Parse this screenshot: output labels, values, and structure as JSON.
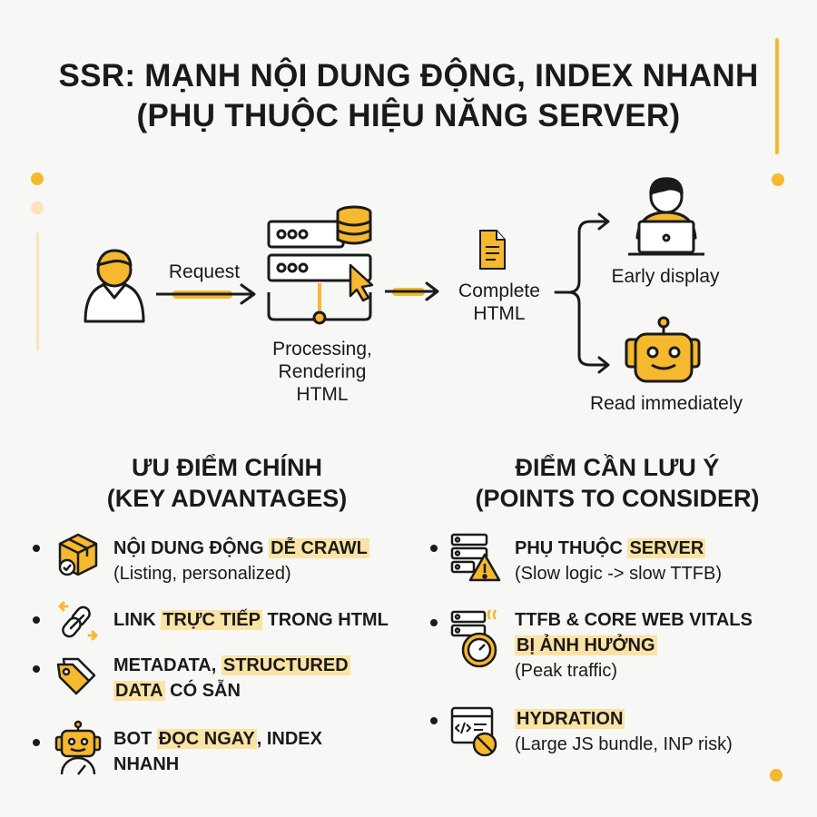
{
  "title": {
    "line1": "SSR: MẠNH NỘI DUNG ĐỘNG, INDEX NHANH",
    "line2": "(PHỤ THUỘC HIỆU NĂNG SERVER)"
  },
  "flow": {
    "request_label": "Request",
    "processing_label_1": "Processing,",
    "processing_label_2": "Rendering",
    "processing_label_3": "HTML",
    "complete_label_1": "Complete",
    "complete_label_2": "HTML",
    "early_display_label": "Early display",
    "read_immediately_label": "Read immediately"
  },
  "advantages": {
    "heading_1": "ƯU ĐIỂM CHÍNH",
    "heading_2": "(KEY ADVANTAGES)",
    "items": [
      {
        "pre": "NỘI DUNG ĐỘNG ",
        "hl": "DỄ CRAWL",
        "post": "",
        "sub": "(Listing, personalized)"
      },
      {
        "pre": "LINK ",
        "hl": "TRỰC TIẾP",
        "post": " TRONG HTML",
        "sub": ""
      },
      {
        "pre": "METADATA, ",
        "hl": "STRUCTURED",
        "line2_hl": "DATA",
        "line2_post": " CÓ SẴN"
      },
      {
        "pre": "BOT ",
        "hl": "ĐỌC NGAY",
        "post": ", INDEX",
        "line2_post": "NHANH"
      }
    ]
  },
  "considerations": {
    "heading_1": "ĐIỂM CẦN LƯU Ý",
    "heading_2": "(POINTS TO CONSIDER)",
    "items": [
      {
        "pre": "PHỤ THUỘC ",
        "hl": "SERVER",
        "sub": "(Slow logic -> slow TTFB)"
      },
      {
        "line1": "TTFB & CORE WEB VITALS",
        "hl": "BỊ ẢNH HƯỞNG",
        "sub": "(Peak traffic)"
      },
      {
        "hl": "HYDRATION",
        "sub": "(Large JS bundle, INP risk)"
      }
    ]
  },
  "colors": {
    "accent": "#f5b82e",
    "highlight": "#fbe3a6",
    "ink": "#1a1a1a"
  }
}
